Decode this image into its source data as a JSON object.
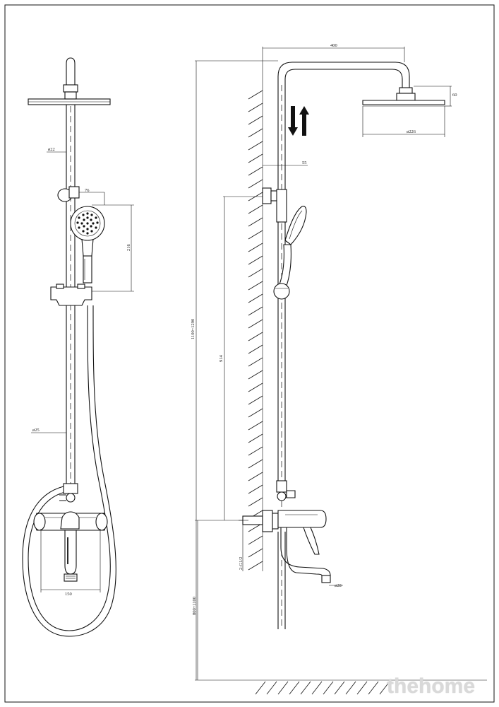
{
  "views": {
    "front": {
      "pipe_diameter_top": "ø22",
      "handshower_offset": "76",
      "handshower_length": "216",
      "pipe_diameter_lower": "ø25",
      "mixer_width": "150"
    },
    "side": {
      "arm_reach": "400",
      "head_height": "60",
      "head_diameter": "ø226",
      "pipe_offset": "55",
      "total_height": "1100~1290",
      "rail_length": "914",
      "connection_thread": "2-G1/2",
      "spout_diameter": "ø28",
      "mixer_height": "800~1100"
    }
  },
  "watermark": "thehome"
}
